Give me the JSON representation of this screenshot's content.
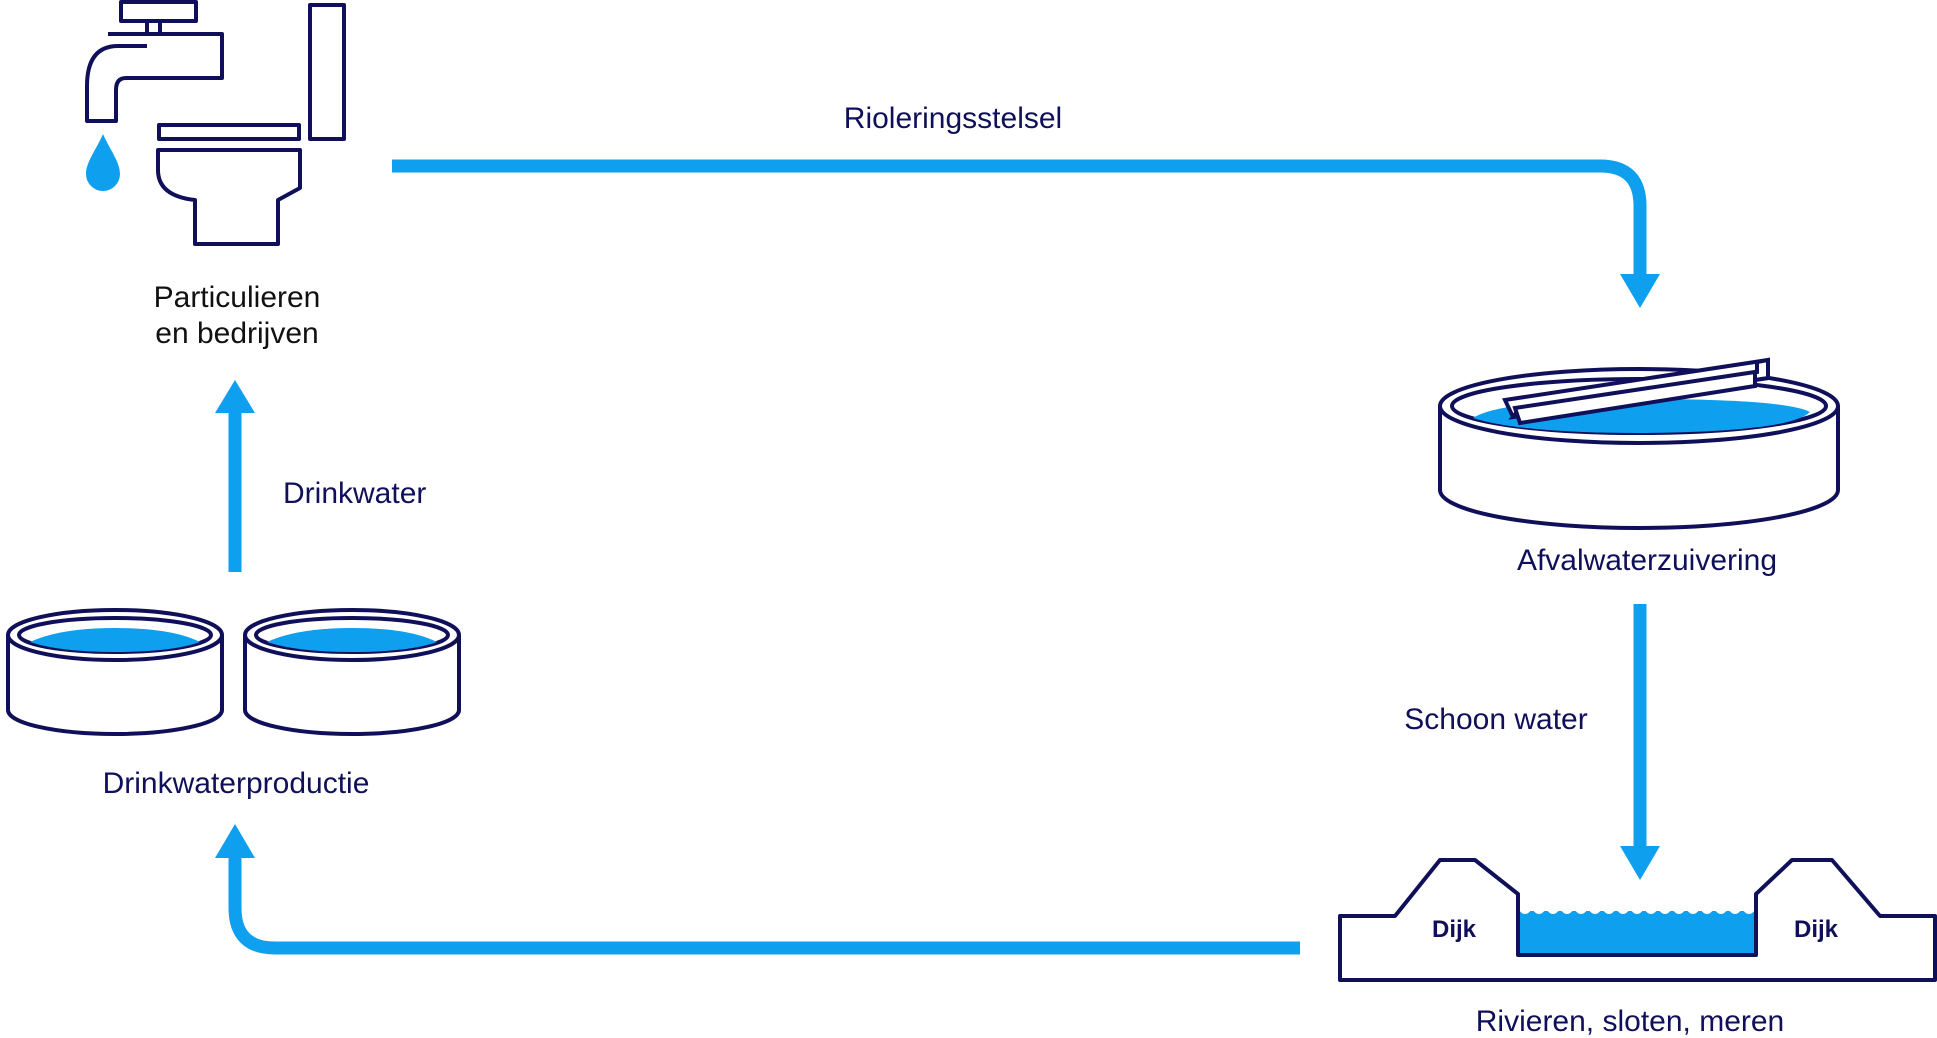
{
  "nodes": {
    "particulieren": {
      "label_line1": "Particulieren",
      "label_line2": "en bedrijven"
    },
    "afvalwaterzuivering": {
      "label": "Afvalwaterzuivering"
    },
    "drinkwaterproductie": {
      "label": "Drinkwaterproductie"
    },
    "rivieren": {
      "label": "Rivieren, sloten, meren",
      "dijk_left": "Dijk",
      "dijk_right": "Dijk"
    }
  },
  "edges": {
    "riolering": {
      "label": "Rioleringsstelsel"
    },
    "schoon_water": {
      "label": "Schoon water"
    },
    "drinkwater": {
      "label": "Drinkwater"
    }
  },
  "colors": {
    "flow": "#0ea0ee",
    "outline": "#10105a",
    "water": "#0ea0ee"
  },
  "icons": {
    "tap": "tap-icon",
    "drop": "water-drop-icon",
    "toilet": "toilet-icon",
    "treatment": "treatment-basin-icon",
    "reservoir": "reservoir-icon",
    "river": "river-dike-icon"
  }
}
